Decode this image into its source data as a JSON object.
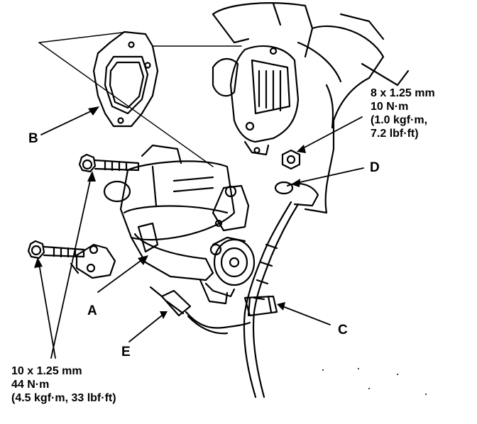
{
  "callouts": {
    "a": "A",
    "b": "B",
    "c": "C",
    "d": "D",
    "e": "E"
  },
  "spec_nut": {
    "line1": "8 x 1.25 mm",
    "line2": "10 N·m",
    "line3": "(1.0 kgf·m,",
    "line4": "7.2 lbf·ft)"
  },
  "spec_bolts": {
    "line1": "10 x 1.25 mm",
    "line2": "44 N·m",
    "line3": "(4.5 kgf·m, 33 lbf·ft)"
  }
}
